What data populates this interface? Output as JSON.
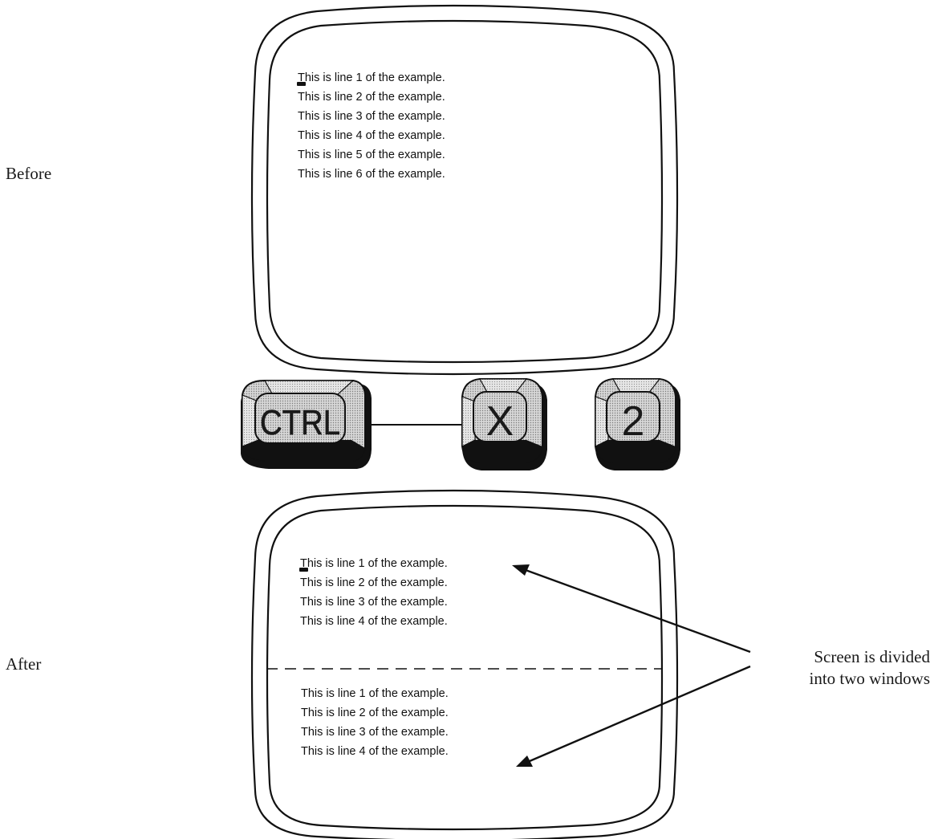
{
  "labels": {
    "before": "Before",
    "after": "After"
  },
  "before_screen": {
    "lines": [
      "This is line 1 of the example.",
      "This is line 2 of the example.",
      "This is line 3 of the example.",
      "This is line 4 of the example.",
      "This is line 5 of the example.",
      "This is line 6 of the example."
    ]
  },
  "keys": {
    "ctrl": "CTRL",
    "x": "X",
    "two": "2"
  },
  "after_screen": {
    "top_window_lines": [
      "This is line 1 of the example.",
      "This is line 2 of the example.",
      "This is line 3 of the example.",
      "This is line 4 of the example."
    ],
    "bottom_window_lines": [
      "This is line 1 of the example.",
      "This is line 2 of the example.",
      "This is line 3 of the example.",
      "This is line 4 of the example."
    ]
  },
  "annotation": {
    "line1": "Screen is divided",
    "line2": "into two windows"
  },
  "colors": {
    "key_face": "#bdbdbd",
    "key_shadow": "#111111",
    "ink": "#111111"
  }
}
